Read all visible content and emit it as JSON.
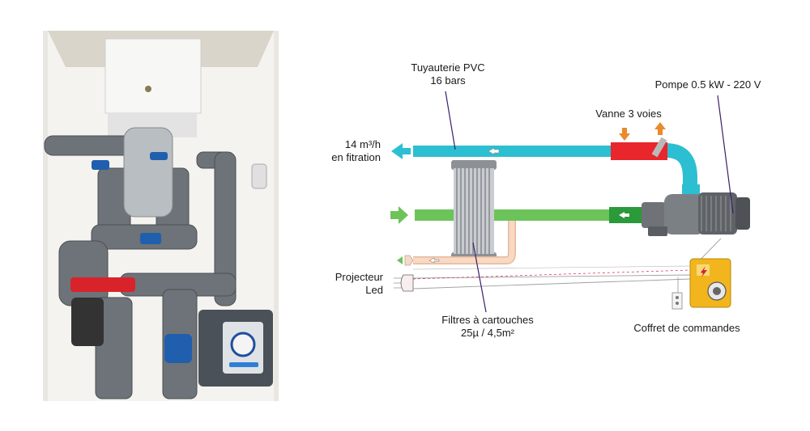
{
  "photo": {
    "alt": ""
  },
  "labels": {
    "pipe_line1": "Tuyauterie PVC",
    "pipe_line2": "16 bars",
    "pump": "Pompe 0.5 kW - 220 V",
    "valve": "Vanne 3 voies",
    "flow_line1": "14 m³/h",
    "flow_line2": "en fitration",
    "projector_line1": "Projecteur",
    "projector_line2": "Led",
    "filters_line1": "Filtres à cartouches",
    "filters_line2": "25µ / 4,5m²",
    "control_box": "Coffret de commandes"
  },
  "colors": {
    "outlet_pipe": "#2cbfd1",
    "inlet_pipe": "#6cc35a",
    "valve": "#e8262b",
    "pump_body": "#6f7377",
    "control_box": "#f2b51d",
    "return_pipe": "#f2c7a8",
    "arrow_valve": "#e98a2c",
    "pointer_line": "#3a1f6b"
  }
}
